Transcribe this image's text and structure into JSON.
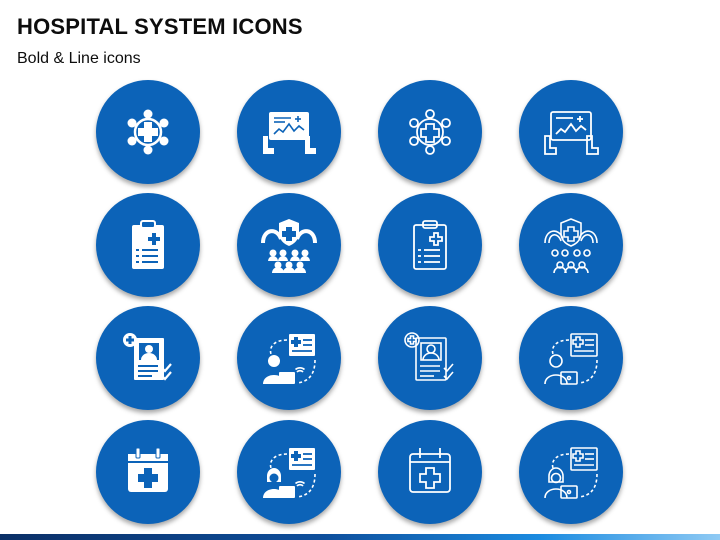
{
  "header": {
    "title": "HOSPITAL SYSTEM ICONS",
    "subtitle": "Bold & Line icons"
  },
  "colors": {
    "circle": "#0c63b8",
    "glyph": "#ffffff",
    "background": "#ffffff"
  },
  "icons": [
    {
      "name": "network-hospital-bold-icon",
      "style": "bold"
    },
    {
      "name": "touch-screen-chart-bold-icon",
      "style": "bold"
    },
    {
      "name": "network-hospital-line-icon",
      "style": "line"
    },
    {
      "name": "touch-screen-chart-line-icon",
      "style": "line"
    },
    {
      "name": "medical-clipboard-bold-icon",
      "style": "bold"
    },
    {
      "name": "health-shield-crowd-bold-icon",
      "style": "bold"
    },
    {
      "name": "medical-clipboard-line-icon",
      "style": "line"
    },
    {
      "name": "health-shield-crowd-line-icon",
      "style": "line"
    },
    {
      "name": "patient-id-report-bold-icon",
      "style": "bold"
    },
    {
      "name": "telehealth-user-bold-icon",
      "style": "bold"
    },
    {
      "name": "patient-id-report-line-icon",
      "style": "line"
    },
    {
      "name": "telehealth-user-line-icon",
      "style": "line"
    },
    {
      "name": "medical-calendar-bold-icon",
      "style": "bold"
    },
    {
      "name": "telehealth-doctor-bold-icon",
      "style": "bold"
    },
    {
      "name": "medical-calendar-line-icon",
      "style": "line"
    },
    {
      "name": "telehealth-doctor-line-icon",
      "style": "line"
    }
  ]
}
